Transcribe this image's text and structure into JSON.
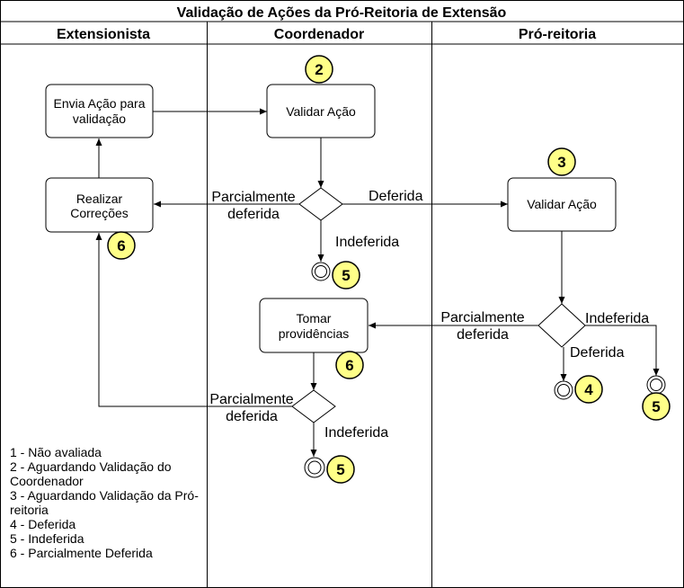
{
  "title": "Validação de Ações da Pró-Reitoria de Extensão",
  "lanes": [
    "Extensionista",
    "Coordenador",
    "Pró-reitoria"
  ],
  "nodes": {
    "envia": [
      "Envia Ação para",
      "validação"
    ],
    "validar_coord": [
      "Validar Ação"
    ],
    "realizar": [
      "Realizar",
      "Correções"
    ],
    "validar_pro": [
      "Validar Ação"
    ],
    "tomar": [
      "Tomar",
      "providências"
    ]
  },
  "edge_labels": {
    "parcial1": [
      "Parcialmente",
      "deferida"
    ],
    "deferida1": "Deferida",
    "indeferida1": "Indeferida",
    "parcial2": [
      "Parcialmente",
      "deferida"
    ],
    "indeferida2": "Indeferida",
    "deferida2": "Deferida",
    "parcial3": [
      "Parcialmente",
      "deferida"
    ],
    "indeferida3": "Indeferida"
  },
  "badges": {
    "b_coord": "2",
    "b_pro": "3",
    "b_realizar": "6",
    "b_end_coord": "5",
    "b_tomar": "6",
    "b_end_def": "4",
    "b_end_pro_indef": "5",
    "b_end_final": "5"
  },
  "legend": [
    "1 - Não avaliada",
    "2 - Aguardando Validação do",
    "Coordenador",
    "3 - Aguardando Validação da Pró-",
    "reitoria",
    "4 - Deferida",
    "5 - Indeferida",
    "6 - Parcialmente Deferida"
  ],
  "colors": {
    "badge_fill": "#ffff88",
    "stroke": "#000000",
    "background": "#ffffff"
  }
}
